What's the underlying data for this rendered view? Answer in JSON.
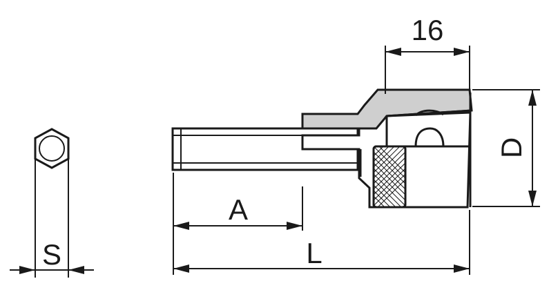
{
  "labels": {
    "width": "16",
    "diameter": "D",
    "hex_length": "A",
    "overall_length": "L",
    "hex_size": "S"
  }
}
